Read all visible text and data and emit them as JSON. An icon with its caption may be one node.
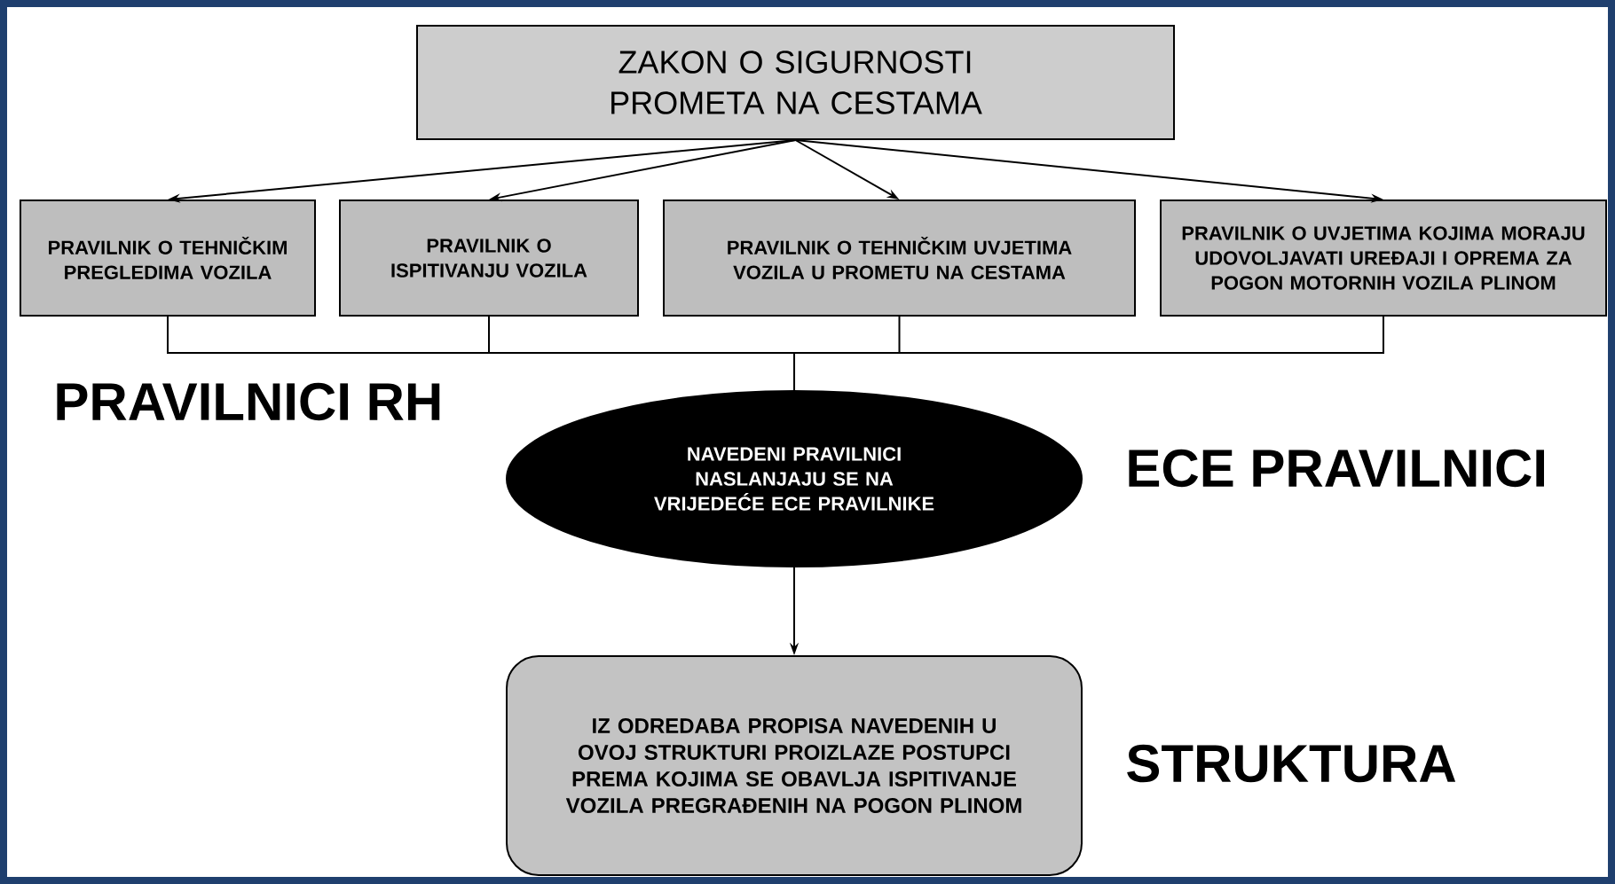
{
  "diagram": {
    "nodes": [
      {
        "text": [
          "ZAKON O SIGURNOSTI PROMETA NA CESTAMA"
        ]
      },
      {
        "text": [
          "PRAVILNIK O TEHNIČKIM PREGLEDIMA VOZILA"
        ]
      },
      {
        "text": [
          "PRAVILNIK O ISPITIVANJU VOZILA"
        ]
      },
      {
        "text": [
          "PRAVILNIK O TEHNIČKIM UVJETIMA VOZILA U PROMETU NA CESTAMA"
        ]
      },
      {
        "text": [
          "PRAVILNIK O UVJETIMA KOJIMA MORAJU UDOVOLJAVATI UREĐAJI I OPREMA ZA POGON MOTORNIH VOZILA PLINOM"
        ]
      },
      {
        "text": [
          "NAVEDENI PRAVILNICI NASLANJAJU SE NA VRIJEDEĆE ECE PRAVILNIKE"
        ]
      },
      {
        "text": [
          "IZ ODREDABA PROPISA NAVEDENIH U OVOJ STRUKTURI PROIZLAZE POSTUPCI PREMA KOJIMA SE OBAVLJA ISPITIVANJE VOZILA PREGRAĐENIH NA POGON PLINOM"
        ]
      }
    ],
    "edges": [
      {
        "from": 0,
        "to": 1,
        "arrow": "to"
      },
      {
        "from": 0,
        "to": 2,
        "arrow": "to"
      },
      {
        "from": 0,
        "to": 3,
        "arrow": "to"
      },
      {
        "from": 0,
        "to": 4,
        "arrow": "to"
      },
      {
        "from": 1,
        "to": 5,
        "arrow": "none"
      },
      {
        "from": 2,
        "to": 5,
        "arrow": "none"
      },
      {
        "from": 3,
        "to": 5,
        "arrow": "none"
      },
      {
        "from": 4,
        "to": 5,
        "arrow": "none"
      },
      {
        "from": 5,
        "to": 6,
        "arrow": "to"
      }
    ],
    "labels": [
      "PRAVILNICI RH",
      "ECE PRAVILNICI",
      "STRUKTURA"
    ]
  }
}
